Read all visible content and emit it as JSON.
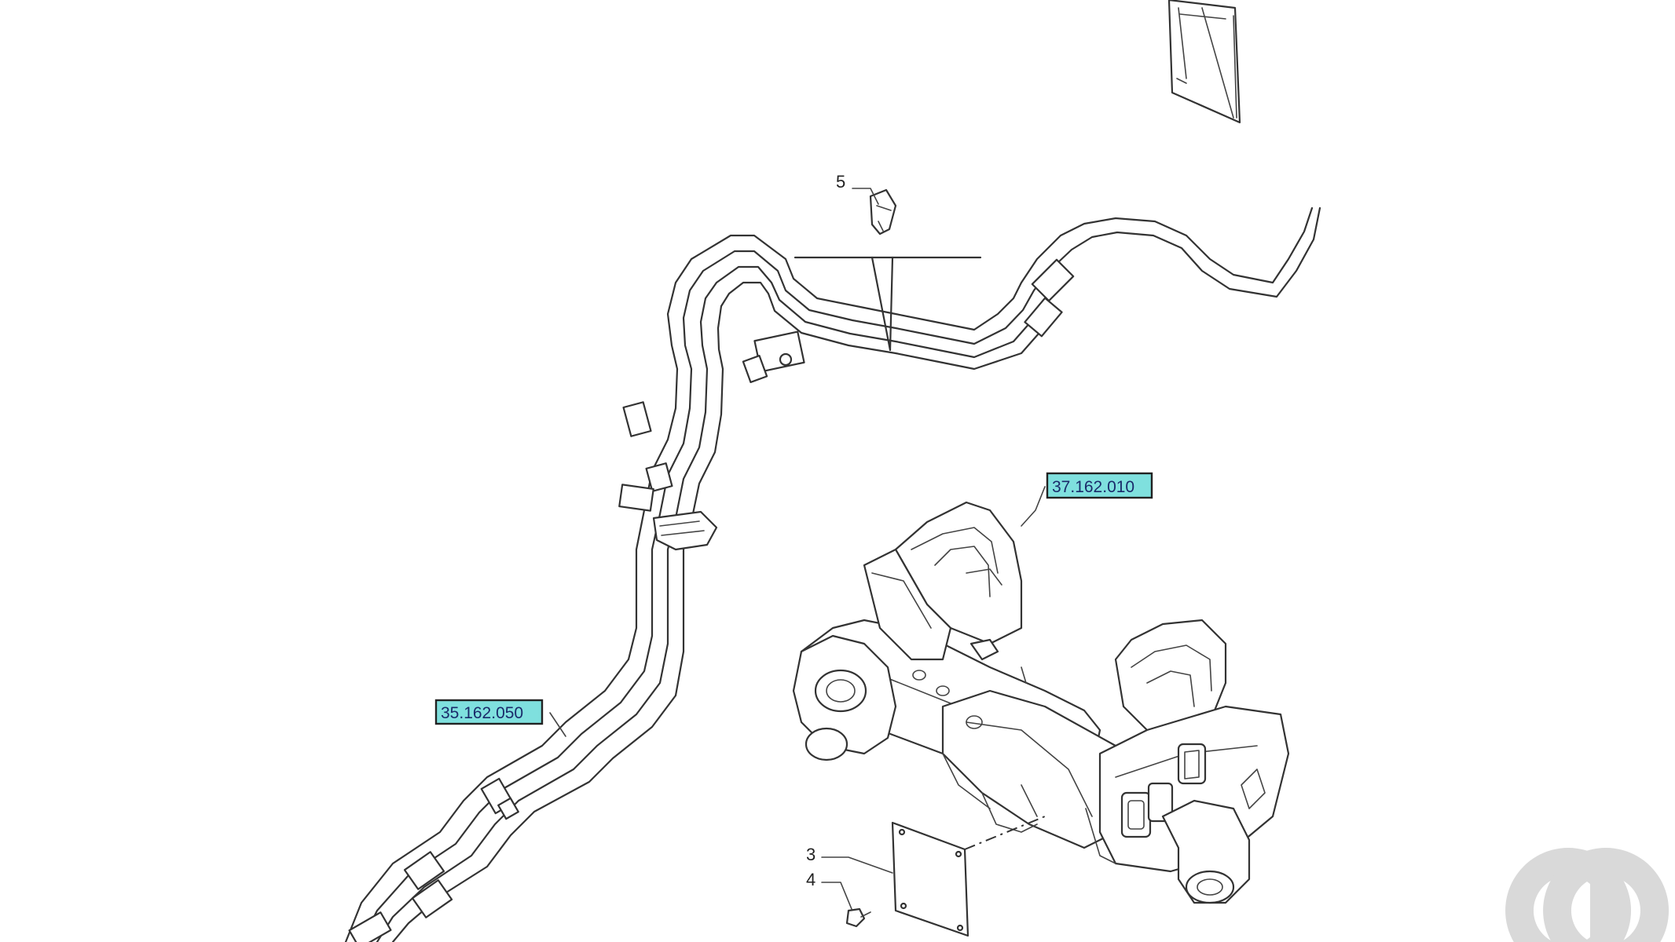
{
  "callouts": {
    "item_3": "3",
    "item_4": "4",
    "item_5": "5"
  },
  "references": {
    "upper": "37.162.010",
    "lower": "35.162.050"
  },
  "colors": {
    "reference_highlight": "#7fe0de",
    "line": "#333333",
    "logo": "#d9d9d9"
  }
}
